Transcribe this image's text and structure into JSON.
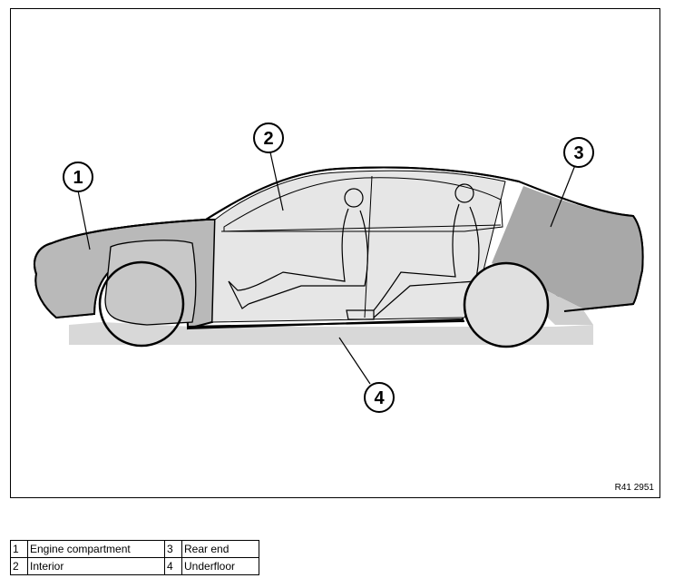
{
  "figure": {
    "reference": "R41 2951",
    "callouts": [
      {
        "number": "1"
      },
      {
        "number": "2"
      },
      {
        "number": "3"
      },
      {
        "number": "4"
      }
    ]
  },
  "legend": {
    "rows": [
      {
        "left_num": "1",
        "left_label": "Engine compartment",
        "right_num": "3",
        "right_label": "Rear end"
      },
      {
        "left_num": "2",
        "left_label": "Interior",
        "right_num": "4",
        "right_label": "Underfloor"
      }
    ]
  },
  "colors": {
    "engine_zone": "#b9b9b9",
    "interior_zone": "#e6e6e6",
    "rear_zone": "#a8a8a8",
    "underfloor_zone": "#d8d8d8",
    "line": "#000000"
  }
}
